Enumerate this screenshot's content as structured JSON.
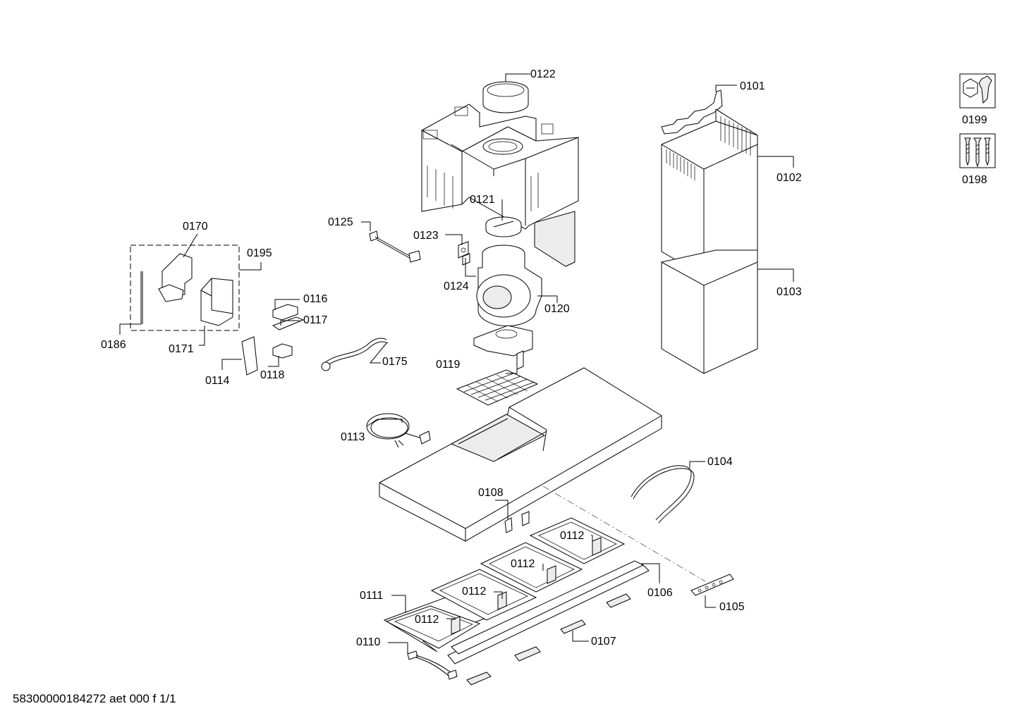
{
  "parts": {
    "p0101": "0101",
    "p0102": "0102",
    "p0103": "0103",
    "p0104": "0104",
    "p0105": "0105",
    "p0106": "0106",
    "p0107": "0107",
    "p0108": "0108",
    "p0110": "0110",
    "p0111": "0111",
    "p0112": "0112",
    "p0113": "0113",
    "p0114": "0114",
    "p0116": "0116",
    "p0117": "0117",
    "p0118": "0118",
    "p0119": "0119",
    "p0120": "0120",
    "p0121": "0121",
    "p0122": "0122",
    "p0123": "0123",
    "p0124": "0124",
    "p0125": "0125",
    "p0170": "0170",
    "p0171": "0171",
    "p0175": "0175",
    "p0186": "0186",
    "p0195": "0195",
    "p0198": "0198",
    "p0199": "0199"
  },
  "icons": {
    "tools": "wrench-nut-icon",
    "fasteners": "screws-icon"
  },
  "footer": {
    "doc_id": "58300000184272 aet 000 f 1/1"
  }
}
